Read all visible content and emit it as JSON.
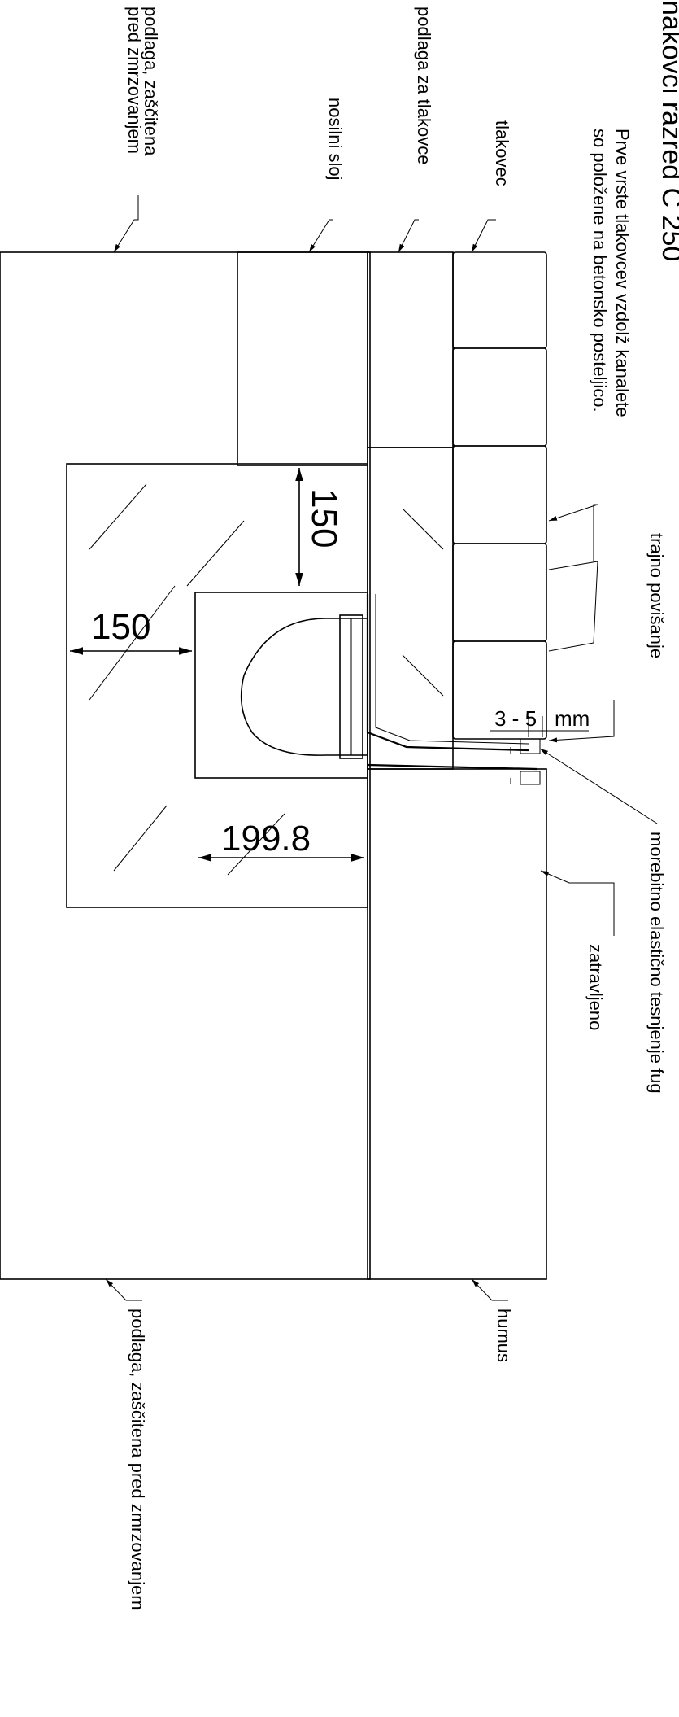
{
  "title": "nakovci razred C 250",
  "labels": {
    "subgrade_top": [
      "podlaga, zaščitena",
      "pred zmrzovanjem"
    ],
    "paver_bedding": "podlaga za tlakovce",
    "bearing_layer": "nosilni sloj",
    "paver": "tlakovec",
    "first_rows": [
      "Prve vrste tlakovcev vzdolž kanalete",
      "so položene na betonsko posteljico."
    ],
    "permanent_raise": "trajno povišanje",
    "elastic_joint": "morebitno elastično tesnjenje fug",
    "grassed": "zatravljeno",
    "humus": "humus",
    "subgrade_bottom": "podlaga, zaščitena pred zmrzovanjem"
  },
  "dimensions": {
    "top_bed": "150",
    "side_bed": "150",
    "channel_width": "199.8",
    "gap": "3 - 5",
    "gap_unit": "mm"
  }
}
